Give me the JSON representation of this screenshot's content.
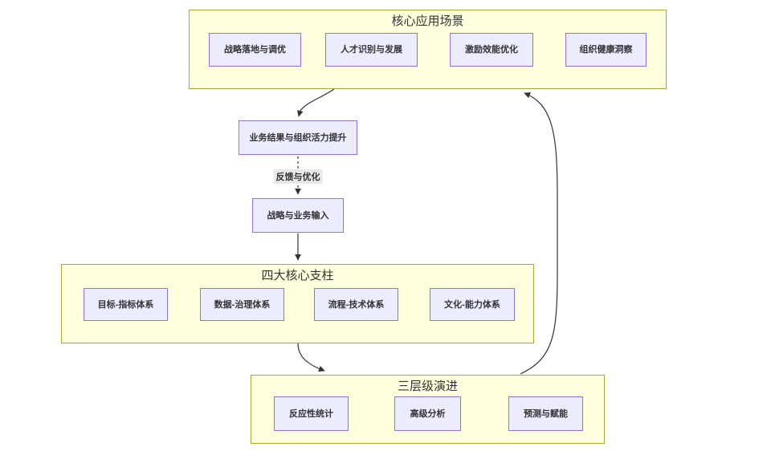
{
  "sections": {
    "scenarios": {
      "title": "核心应用场景",
      "items": [
        "战略落地与调优",
        "人才识别与发展",
        "激励效能优化",
        "组织健康洞察"
      ]
    },
    "pillars": {
      "title": "四大核心支柱",
      "items": [
        "目标-指标体系",
        "数据-治理体系",
        "流程-技术体系",
        "文化-能力体系"
      ]
    },
    "evolution": {
      "title": "三层级演进",
      "items": [
        "反应性统计",
        "高级分析",
        "预测与赋能"
      ]
    }
  },
  "flow": {
    "outcome_node": "业务结果与组织活力提升",
    "input_node": "战略与业务输入",
    "feedback_edge_label": "反馈与优化"
  },
  "edges": [
    {
      "from": "核心应用场景",
      "to": "业务结果与组织活力提升",
      "style": "solid"
    },
    {
      "from": "业务结果与组织活力提升",
      "to": "战略与业务输入",
      "style": "dotted",
      "label": "反馈与优化"
    },
    {
      "from": "战略与业务输入",
      "to": "四大核心支柱",
      "style": "solid"
    },
    {
      "from": "四大核心支柱",
      "to": "三层级演进",
      "style": "solid"
    },
    {
      "from": "三层级演进",
      "to": "核心应用场景",
      "style": "solid"
    },
    {
      "from": "反应性统计",
      "to": "高级分析",
      "style": "solid"
    },
    {
      "from": "高级分析",
      "to": "预测与赋能",
      "style": "solid"
    }
  ],
  "colors": {
    "node_fill": "#ececff",
    "node_border": "#9370db",
    "cluster_fill": "#ffffde",
    "cluster_border": "#aaaa33",
    "edge": "#333333",
    "edge_label_bg": "#e8e8e8",
    "text": "#333333"
  }
}
